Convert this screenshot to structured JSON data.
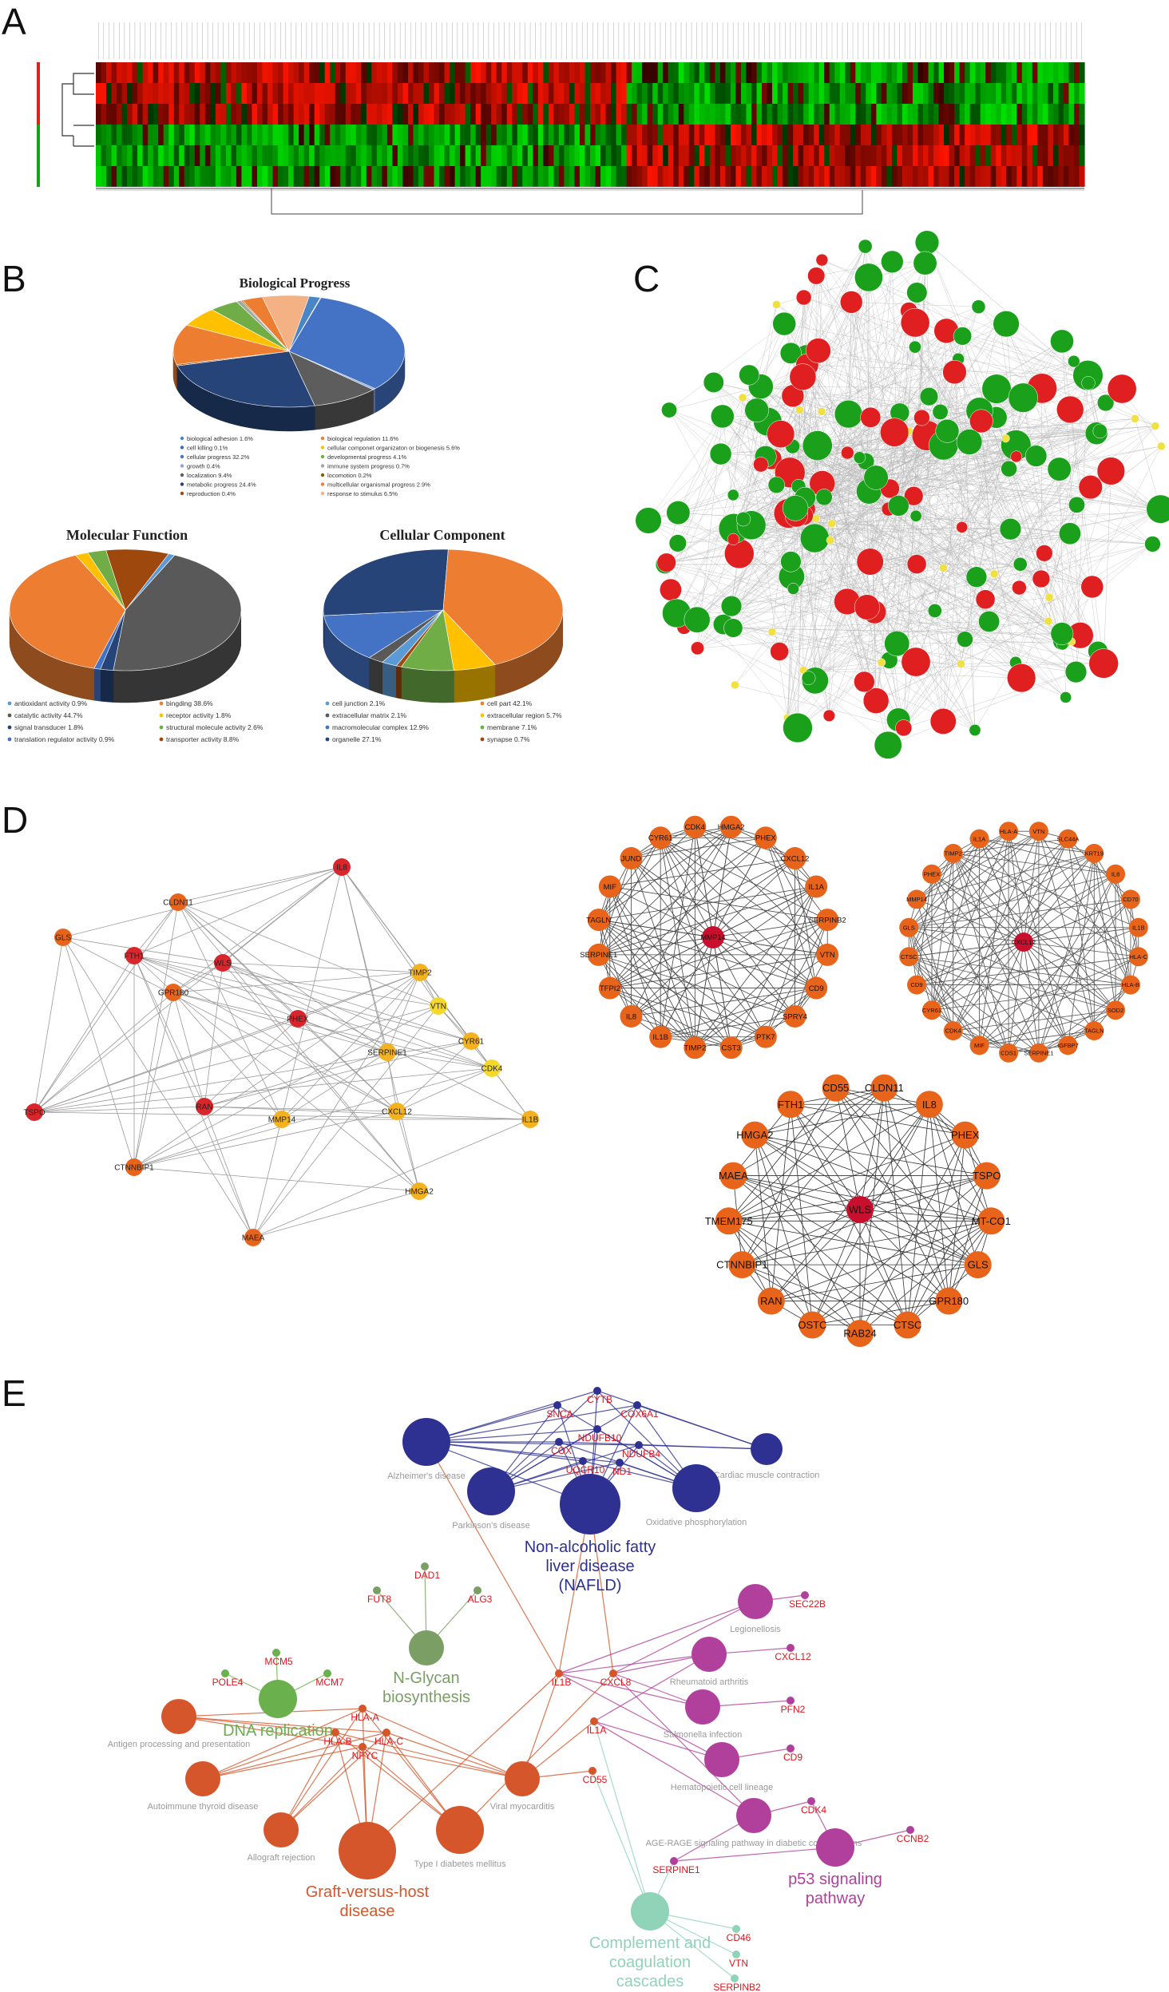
{
  "panels": {
    "a": "A",
    "b": "B",
    "c": "C",
    "d": "D",
    "e": "E"
  },
  "pie_b": [
    {
      "title": "Biological Progress",
      "slices": [
        {
          "label": "biological adhesion",
          "value": 1.6,
          "pct": "1.6%",
          "color": "#4a86c6"
        },
        {
          "label": "cell killing",
          "value": 0.1,
          "pct": "0.1%",
          "color": "#3e6fa6"
        },
        {
          "label": "cellular progress",
          "value": 32.2,
          "pct": "32.2%",
          "color": "#4472c4"
        },
        {
          "label": "growth",
          "value": 0.4,
          "pct": "0.4%",
          "color": "#8aa6d8"
        },
        {
          "label": "localization",
          "value": 9.4,
          "pct": "9.4%",
          "color": "#5d5d5d"
        },
        {
          "label": "metabolic progress",
          "value": 24.4,
          "pct": "24.4%",
          "color": "#264478"
        },
        {
          "label": "reproduction",
          "value": 0.4,
          "pct": "0.4%",
          "color": "#9e480e"
        },
        {
          "label": "biological regulation",
          "value": 11.6,
          "pct": "11.6%",
          "color": "#ed7d31"
        },
        {
          "label": "cellular componet organizaton or biogenesis",
          "value": 5.6,
          "pct": "5.6%",
          "color": "#ffc000"
        },
        {
          "label": "developmental progress",
          "value": 4.1,
          "pct": "4.1%",
          "color": "#70ad47"
        },
        {
          "label": "immune system progress",
          "value": 0.7,
          "pct": "0.7%",
          "color": "#a5a5a5"
        },
        {
          "label": "locomotion",
          "value": 0.2,
          "pct": "0.2%",
          "color": "#7f6000"
        },
        {
          "label": "multicellular organismal progress",
          "value": 2.9,
          "pct": "2.9%",
          "color": "#ed7d31"
        },
        {
          "label": "response to stimulus",
          "value": 6.5,
          "pct": "6.5%",
          "color": "#f4b183"
        }
      ]
    },
    {
      "title": "Molecular Function",
      "slices": [
        {
          "label": "antioxidant activity",
          "value": 0.9,
          "pct": "0.9%",
          "color": "#5b9bd5"
        },
        {
          "label": "catalytic activity",
          "value": 44.7,
          "pct": "44.7%",
          "color": "#595959"
        },
        {
          "label": "signal transducer",
          "value": 1.8,
          "pct": "1.8%",
          "color": "#264478"
        },
        {
          "label": "translation regulator activity",
          "value": 0.9,
          "pct": "0.9%",
          "color": "#4472c4"
        },
        {
          "label": "bingding",
          "value": 38.6,
          "pct": "38.6%",
          "color": "#ed7d31"
        },
        {
          "label": "receptor activity",
          "value": 1.8,
          "pct": "1.8%",
          "color": "#ffc000"
        },
        {
          "label": "structural molecule activity",
          "value": 2.6,
          "pct": "2.6%",
          "color": "#70ad47"
        },
        {
          "label": "transporter activity",
          "value": 8.8,
          "pct": "8.8%",
          "color": "#9e480e"
        }
      ]
    },
    {
      "title": "Cellular Component",
      "slices": [
        {
          "label": "cell junction",
          "value": 2.1,
          "pct": "2.1%",
          "color": "#5b9bd5"
        },
        {
          "label": "extracellular matrix",
          "value": 2.1,
          "pct": "2.1%",
          "color": "#595959"
        },
        {
          "label": "macromolecular complex",
          "value": 12.9,
          "pct": "12.9%",
          "color": "#4472c4"
        },
        {
          "label": "organelle",
          "value": 27.1,
          "pct": "27.1%",
          "color": "#264478"
        },
        {
          "label": "cell part",
          "value": 42.1,
          "pct": "42.1%",
          "color": "#ed7d31"
        },
        {
          "label": "extracellular region",
          "value": 5.7,
          "pct": "5.7%",
          "color": "#ffc000"
        },
        {
          "label": "membrane",
          "value": 7.1,
          "pct": "7.1%",
          "color": "#70ad47"
        },
        {
          "label": "synapse",
          "value": 0.7,
          "pct": "0.7%",
          "color": "#9e480e"
        }
      ]
    }
  ],
  "net_d": {
    "left_nodes": [
      {
        "id": "IL8",
        "c": "red"
      },
      {
        "id": "CLDN11",
        "c": "orange"
      },
      {
        "id": "GLS",
        "c": "orange"
      },
      {
        "id": "FTH1",
        "c": "red"
      },
      {
        "id": "WLS",
        "c": "red"
      },
      {
        "id": "GPR180",
        "c": "orange"
      },
      {
        "id": "PHEX",
        "c": "red"
      },
      {
        "id": "TIMP2",
        "c": "gold"
      },
      {
        "id": "VTN",
        "c": "yellow"
      },
      {
        "id": "CYR61",
        "c": "gold"
      },
      {
        "id": "SERPINE1",
        "c": "gold"
      },
      {
        "id": "CDK4",
        "c": "yellow"
      },
      {
        "id": "TSPO",
        "c": "red"
      },
      {
        "id": "RAN",
        "c": "red"
      },
      {
        "id": "MMP14",
        "c": "gold"
      },
      {
        "id": "CXCL12",
        "c": "gold"
      },
      {
        "id": "IL1B",
        "c": "gold"
      },
      {
        "id": "CTNNBIP1",
        "c": "orange"
      },
      {
        "id": "HMGA2",
        "c": "gold"
      },
      {
        "id": "MAEA",
        "c": "orange"
      }
    ],
    "ring1": {
      "hub": "MMP14",
      "nodes": [
        "HMGA2",
        "PHEX",
        "CXCL12",
        "IL1A",
        "SERPINB2",
        "VTN",
        "CD9",
        "SPRY4",
        "PTK7",
        "CST3",
        "TIMP2",
        "IL1B",
        "IL8",
        "TFPI2",
        "SERPINE1",
        "TAGLN",
        "MIF",
        "JUND",
        "CYR61",
        "CDK4"
      ]
    },
    "ring2": {
      "hub": "CXCL12",
      "nodes": [
        "VTN",
        "SLC44A",
        "KRT19",
        "IL8",
        "CD70",
        "IL1B",
        "HLA-C",
        "HLA-B",
        "SOD2",
        "TAGLN",
        "IGFBP7",
        "SERPINE1",
        "CDS1",
        "MIF",
        "CDK4",
        "CYR61",
        "CD9",
        "CTSC",
        "GLS",
        "MMP14",
        "PHEX",
        "TIMP2",
        "IL1A",
        "HLA-A"
      ]
    },
    "ring3": {
      "hub": "WLS",
      "nodes": [
        "CLDN11",
        "IL8",
        "PHEX",
        "TSPO",
        "MT-CO1",
        "GLS",
        "GPR180",
        "CTSC",
        "RAB24",
        "OSTC",
        "RAN",
        "CTNNBIP1",
        "TMEM175",
        "MAEA",
        "HMGA2",
        "FTH1",
        "CD55"
      ]
    }
  },
  "net_e": {
    "clusters": [
      {
        "label": "Non-alcoholic fatty liver disease (NAFLD)",
        "lines": [
          "Non-alcoholic fatty",
          "liver disease",
          "(NAFLD)"
        ],
        "color": "#2e3192"
      },
      {
        "label": "DNA replication",
        "lines": [
          "DNA replication"
        ],
        "color": "#6ab04c"
      },
      {
        "label": "N-Glycan biosynthesis",
        "lines": [
          "N-Glycan",
          "biosynthesis"
        ],
        "color": "#7a9e63"
      },
      {
        "label": "Graft-versus-host disease",
        "lines": [
          "Graft-versus-host",
          "disease"
        ],
        "color": "#d4562a"
      },
      {
        "label": "Complement and coagulation cascades",
        "lines": [
          "Complement and",
          "coagulation",
          "cascades"
        ],
        "color": "#8fd4b9"
      },
      {
        "label": "p53 signaling pathway",
        "lines": [
          "p53 signaling",
          "pathway"
        ],
        "color": "#b0409c"
      }
    ],
    "terms": [
      "Alzheimer's disease",
      "Parkinson's disease",
      "Cardiac muscle contraction",
      "Oxidative phosphorylation",
      "Legionellosis",
      "Rheumatoid arthritis",
      "Salmonella infection",
      "Hematopoietic cell lineage",
      "AGE-RAGE signaling pathway in diabetic complications",
      "Antigen processing and presentation",
      "Autoimmune thyroid disease",
      "Allograft rejection",
      "Type I diabetes mellitus",
      "Viral myocarditis"
    ],
    "genes": [
      "SNCA",
      "CYTB",
      "COX6A1",
      "COX",
      "NDUFB10",
      "NDUFB4",
      "UQCR10",
      "ND1",
      "MCM5",
      "POLE4",
      "MCM7",
      "DAD1",
      "FUT8",
      "ALG3",
      "SEC22B",
      "CXCL12",
      "PFN2",
      "CD9",
      "CDK4",
      "CCNB2",
      "IL1B",
      "CXCL8",
      "IL1A",
      "CD55",
      "HLA-A",
      "HLA-B",
      "HLA-C",
      "NFYC",
      "SERPINE1",
      "CD46",
      "VTN",
      "SERPINB2"
    ]
  },
  "colors": {
    "red": "#e02020",
    "green": "#1aa01a",
    "yellow": "#f0e040",
    "orange_node": "#e8641a",
    "gold_node": "#f5b21f",
    "red_node": "#d9262c",
    "yellow_node": "#f5d92a"
  }
}
